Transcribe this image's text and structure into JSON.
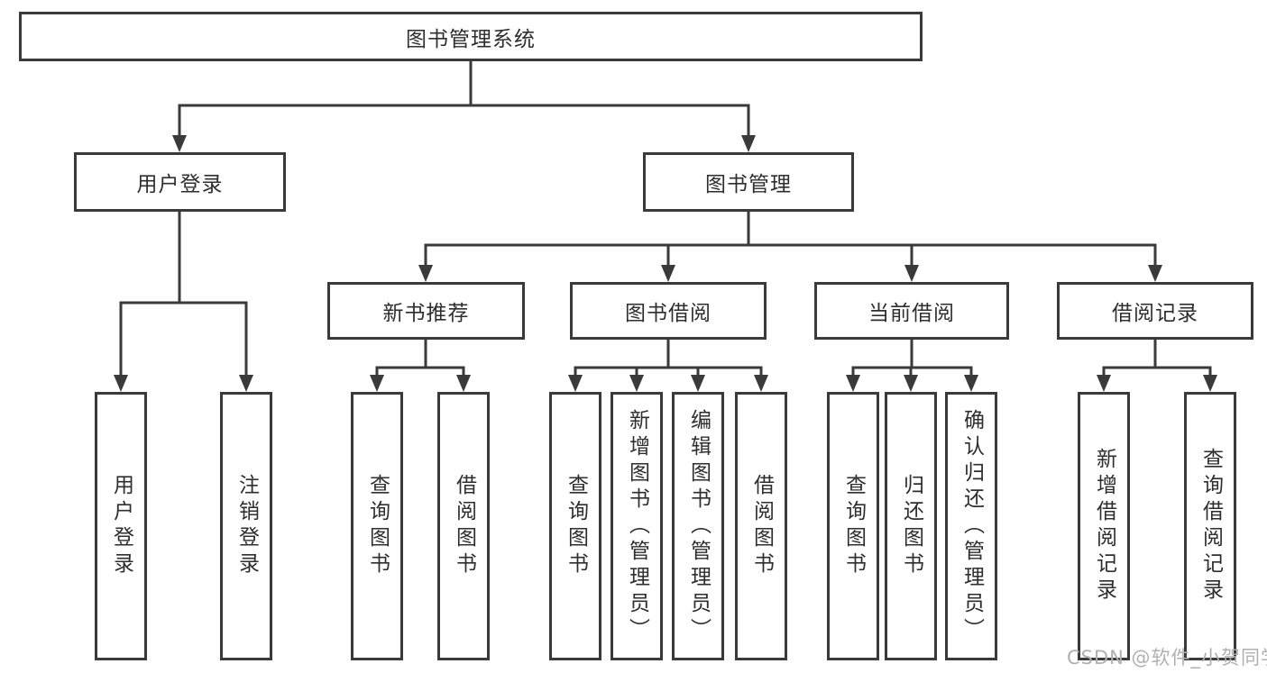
{
  "diagram": {
    "type": "hierarchy-tree",
    "title": "图书管理系统",
    "nodes": {
      "root": "图书管理系统",
      "user_login": "用户登录",
      "book_mgmt": "图书管理",
      "new_book_rec": "新书推荐",
      "book_borrow": "图书借阅",
      "current_borrow": "当前借阅",
      "borrow_record": "借阅记录",
      "leaf_user_login": "用户登录",
      "leaf_logout": "注销登录",
      "leaf_query_book_a": "查询图书",
      "leaf_borrow_book_a": "借阅图书",
      "leaf_query_book_b": "查询图书",
      "leaf_add_book": "新增图书（管理员）",
      "leaf_edit_book": "编辑图书（管理员）",
      "leaf_borrow_book_b": "借阅图书",
      "leaf_query_book_c": "查询图书",
      "leaf_return_book": "归还图书",
      "leaf_confirm_return": "确认归还（管理员）",
      "leaf_add_record": "新增借阅记录",
      "leaf_query_record": "查询借阅记录"
    },
    "hierarchy": {
      "图书管理系统": [
        "用户登录",
        "图书管理"
      ],
      "用户登录": [
        "用户登录",
        "注销登录"
      ],
      "图书管理": [
        "新书推荐",
        "图书借阅",
        "当前借阅",
        "借阅记录"
      ],
      "新书推荐": [
        "查询图书",
        "借阅图书"
      ],
      "图书借阅": [
        "查询图书",
        "新增图书（管理员）",
        "编辑图书（管理员）",
        "借阅图书"
      ],
      "当前借阅": [
        "查询图书",
        "归还图书",
        "确认归还（管理员）"
      ],
      "借阅记录": [
        "新增借阅记录",
        "查询借阅记录"
      ]
    },
    "colors": {
      "line": "#3a3a3a",
      "box_border": "#3a3a3a",
      "text": "#2e2e2e",
      "background": "#ffffff"
    }
  },
  "watermark": {
    "text": "CSDN @软件_小贺同学",
    "color": "#b0b0b0"
  }
}
